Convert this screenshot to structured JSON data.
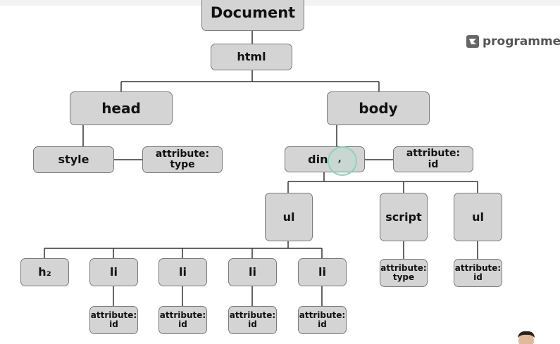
{
  "diagram": {
    "document": "Document",
    "html": "html",
    "head": "head",
    "body": "body",
    "style": "style",
    "style_attribute": "attribute:\ntype",
    "div": "din",
    "div_cursor_mark": ",",
    "div_attribute": "attribute:\nid",
    "ul_left": "ul",
    "script": "script",
    "ul_right": "ul",
    "script_attribute": "attribute:\ntype",
    "ul_right_attribute": "attribute:\nid",
    "h2": "h₂",
    "li_items": [
      "li",
      "li",
      "li",
      "li"
    ],
    "li_attributes": [
      "attribute:\nid",
      "attribute:\nid",
      "attribute:\nid",
      "attribute:\nid"
    ]
  },
  "brand": {
    "name": "programmer",
    "icon": "programmers-logo-icon"
  },
  "colors": {
    "node_fill": "#d4d4d4",
    "node_border": "#7a7a7a",
    "line": "#333333",
    "cursor_ring": "#8fd3b8"
  }
}
